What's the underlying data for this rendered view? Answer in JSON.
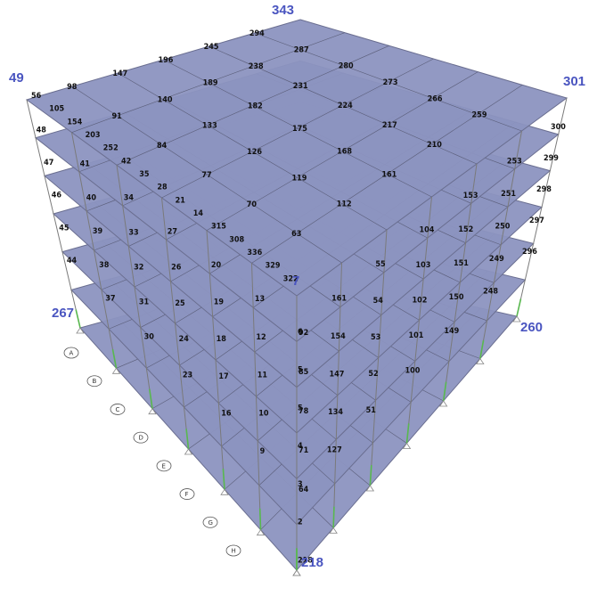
{
  "model": {
    "levels": 7,
    "slab_color": "#8c93c0",
    "slab_edge_color": "#6a6e90",
    "frame_color": "#7a7a7a",
    "support_color": "#59b84f",
    "corner_label_color": "#4a55c0"
  },
  "corner_labels": {
    "top": "343",
    "left": "49",
    "right": "301",
    "center": "7",
    "left_base": "267",
    "right_base": "260",
    "bottom": "218"
  },
  "top_nodes": [
    "98",
    "147",
    "196",
    "245",
    "294",
    "91",
    "140",
    "189",
    "238",
    "287",
    "84",
    "133",
    "182",
    "231",
    "280",
    "77",
    "126",
    "175",
    "224",
    "273",
    "70",
    "119",
    "168",
    "217",
    "266",
    "63",
    "112",
    "161",
    "210",
    "259",
    "56",
    "105",
    "154",
    "203",
    "252",
    "42",
    "35",
    "28",
    "21",
    "14",
    "315",
    "308",
    "336",
    "329",
    "322"
  ],
  "left_column_labels": [
    "48",
    "47",
    "46",
    "45",
    "44",
    "41",
    "40",
    "39",
    "38",
    "37",
    "34",
    "33",
    "32",
    "31",
    "30",
    "27",
    "26",
    "25",
    "24",
    "23",
    "20",
    "19",
    "18",
    "17",
    "16",
    "13",
    "12",
    "11",
    "10",
    "9",
    "92",
    "85",
    "78",
    "71",
    "64"
  ],
  "center_column_labels": [
    "6",
    "5",
    "5",
    "4",
    "3",
    "2",
    "218"
  ],
  "right_column_labels": [
    "300",
    "299",
    "298",
    "297",
    "296",
    "253",
    "251",
    "250",
    "249",
    "248",
    "153",
    "152",
    "151",
    "150",
    "149",
    "104",
    "103",
    "102",
    "101",
    "100",
    "55",
    "54",
    "53",
    "52",
    "51",
    "161",
    "154",
    "147",
    "134",
    "127"
  ],
  "axis_bubbles": [
    "A",
    "B",
    "C",
    "D",
    "E",
    "F",
    "G",
    "H"
  ]
}
